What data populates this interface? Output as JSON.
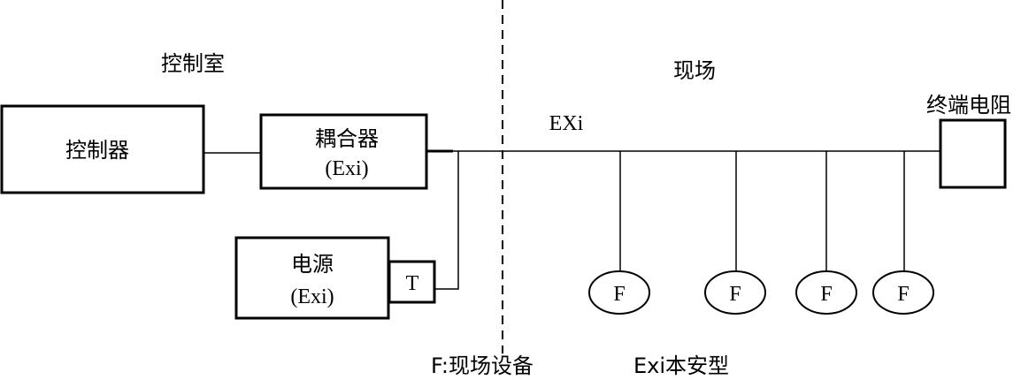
{
  "regions": {
    "control_room": "控制室",
    "field": "现场"
  },
  "controller": {
    "label": "控制器"
  },
  "coupler": {
    "label": "耦合器",
    "sub": "(Exi)"
  },
  "power": {
    "label": "电源",
    "sub": "(Exi)",
    "terminator": "T"
  },
  "bus": {
    "label": "EXi"
  },
  "terminal_resistor": {
    "label": "终端电阻"
  },
  "devices": [
    {
      "label": "F"
    },
    {
      "label": "F"
    },
    {
      "label": "F"
    },
    {
      "label": "F"
    }
  ],
  "legend": {
    "field_device": "F:现场设备",
    "intrinsic_safety": "Exi本安型"
  }
}
